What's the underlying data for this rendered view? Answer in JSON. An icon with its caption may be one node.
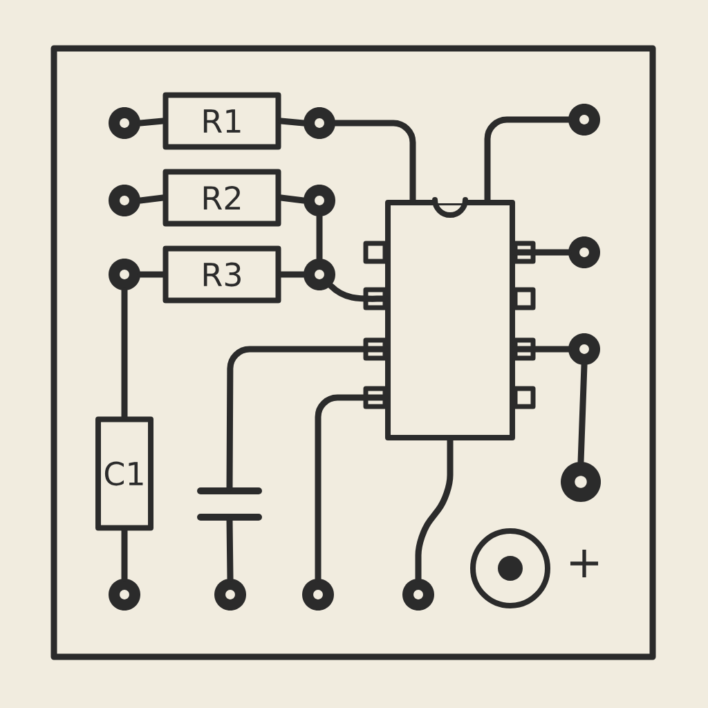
{
  "diagram": {
    "nodes": [
      {
        "text": [
          "R1"
        ]
      },
      {
        "text": [
          "R2"
        ]
      },
      {
        "text": [
          "R3"
        ]
      },
      {
        "text": [
          "C1"
        ]
      },
      {
        "text": [],
        "shape": "box"
      },
      {
        "text": [],
        "shape": "capacitor"
      },
      {
        "text": [],
        "shape": "circle"
      },
      {
        "text": [],
        "shape": "circle"
      },
      {
        "text": [],
        "shape": "circle"
      },
      {
        "text": [],
        "shape": "circle"
      },
      {
        "text": [],
        "shape": "circle"
      },
      {
        "text": [],
        "shape": "circle"
      },
      {
        "text": [],
        "shape": "circle"
      },
      {
        "text": [],
        "shape": "circle"
      },
      {
        "text": [],
        "shape": "circle"
      },
      {
        "text": [],
        "shape": "circle"
      },
      {
        "text": [],
        "shape": "circle"
      },
      {
        "text": [],
        "shape": "circle"
      },
      {
        "text": [],
        "shape": "circle"
      },
      {
        "text": [],
        "shape": "circle"
      }
    ],
    "edges": [
      {
        "from": 6,
        "to": 0,
        "arrow": "none"
      },
      {
        "from": 0,
        "to": 7,
        "arrow": "none"
      },
      {
        "from": 7,
        "to": 4,
        "arrow": "none"
      },
      {
        "from": 4,
        "to": 8,
        "arrow": "none"
      },
      {
        "from": 9,
        "to": 1,
        "arrow": "none"
      },
      {
        "from": 1,
        "to": 10,
        "arrow": "none"
      },
      {
        "from": 10,
        "to": 12,
        "arrow": "none"
      },
      {
        "from": 11,
        "to": 2,
        "arrow": "none"
      },
      {
        "from": 2,
        "to": 12,
        "arrow": "none"
      },
      {
        "from": 12,
        "to": 4,
        "arrow": "none"
      },
      {
        "from": 11,
        "to": 3,
        "arrow": "none"
      },
      {
        "from": 3,
        "to": 16,
        "arrow": "none"
      },
      {
        "from": 4,
        "to": 5,
        "arrow": "none"
      },
      {
        "from": 5,
        "to": 17,
        "arrow": "none"
      },
      {
        "from": 4,
        "to": 18,
        "arrow": "none"
      },
      {
        "from": 4,
        "to": 13,
        "arrow": "none"
      },
      {
        "from": 4,
        "to": 14,
        "arrow": "none"
      },
      {
        "from": 14,
        "to": 15,
        "arrow": "none"
      },
      {
        "from": 4,
        "to": 19,
        "arrow": "none"
      }
    ],
    "labels": [
      "+"
    ]
  }
}
